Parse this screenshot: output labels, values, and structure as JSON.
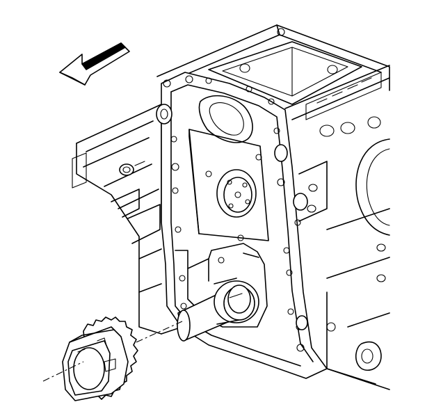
{
  "diagram": {
    "background": "#ffffff",
    "stroke_color": "#000000",
    "components": [
      {
        "name": "direction-arrow",
        "icon": "arrow-left-icon"
      },
      {
        "name": "engine-block",
        "icon": "engine-block-icon"
      },
      {
        "name": "front-cover-plate",
        "icon": "cover-plate-icon"
      },
      {
        "name": "camshaft-bore",
        "icon": "bore-icon"
      },
      {
        "name": "crankshaft-snout",
        "icon": "shaft-icon"
      },
      {
        "name": "crankshaft-sprocket",
        "icon": "sprocket-icon"
      },
      {
        "name": "centerline",
        "icon": "centerline-icon"
      }
    ]
  }
}
